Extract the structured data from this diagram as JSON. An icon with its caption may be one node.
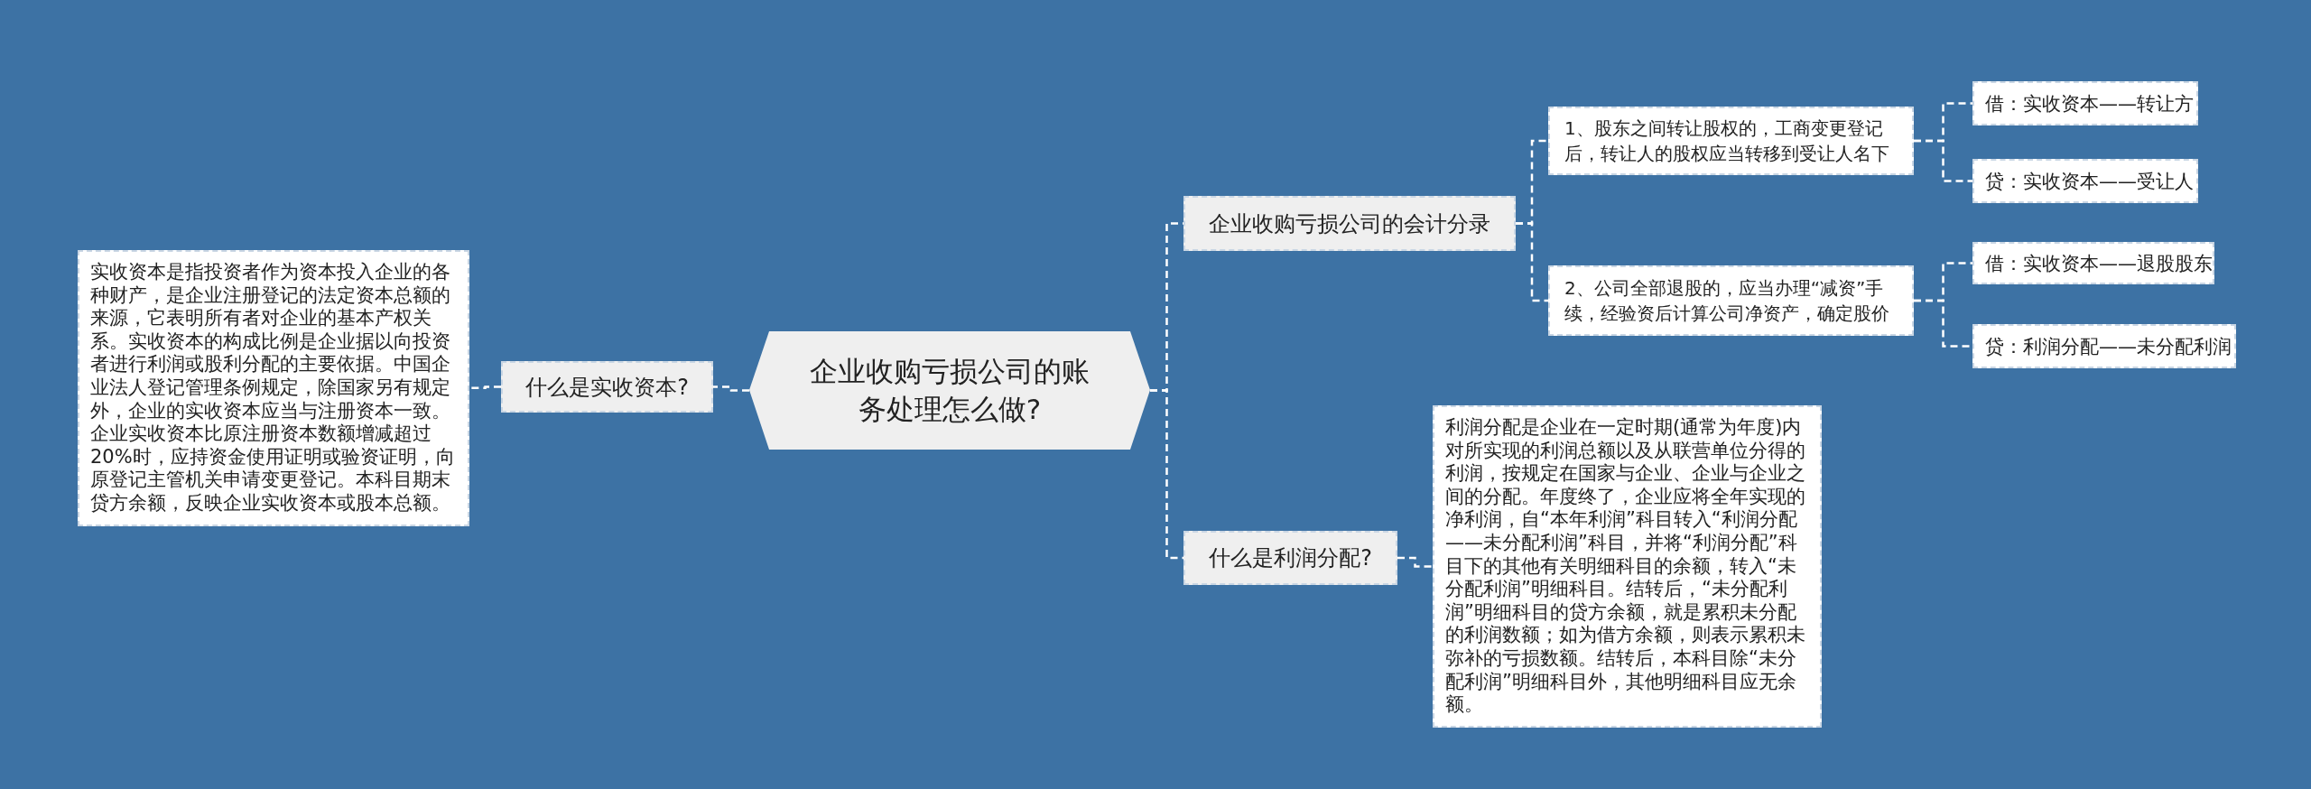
{
  "diagram": {
    "nodes": [
      {
        "text": [
          "企业收购亏损公司的账务处理怎么做?"
        ]
      },
      {
        "text": [
          "什么是实收资本?"
        ]
      },
      {
        "text": [
          "实收资本是指投资者作为资本投入企业的各种财产，是企业注册登记的法定资本总额的来源，它表明所有者对企业的基本产权关系。实收资本的构成比例是企业据以向投资者进行利润或股利分配的主要依据。中国企业法人登记管理条例规定，除国家另有规定外，企业的实收资本应当与注册资本一致。企业实收资本比原注册资本数额增减超过20%时，应持资金使用证明或验资证明，向原登记主管机关申请变更登记。本科目期末贷方余额，反映企业实收资本或股本总额。"
        ]
      },
      {
        "text": [
          "企业收购亏损公司的会计分录"
        ]
      },
      {
        "text": [
          "1、股东之间转让股权的，工商变更登记后，转让人的股权应当转移到受让人名下"
        ]
      },
      {
        "text": [
          "借：实收资本——转让方"
        ]
      },
      {
        "text": [
          "贷：实收资本——受让人"
        ]
      },
      {
        "text": [
          "2、公司全部退股的，应当办理“减资”手续，经验资后计算公司净资产，确定股价"
        ]
      },
      {
        "text": [
          "借：实收资本——退股股东"
        ]
      },
      {
        "text": [
          "贷：利润分配——未分配利润"
        ]
      },
      {
        "text": [
          "什么是利润分配?"
        ]
      },
      {
        "text": [
          "利润分配是企业在一定时期(通常为年度)内对所实现的利润总额以及从联营单位分得的利润，按规定在国家与企业、企业与企业之间的分配。年度终了，企业应将全年实现的净利润，自“本年利润”科目转入“利润分配——未分配利润”科目，并将“利润分配”科目下的其他有关明细科目的余额，转入“未分配利润”明细科目。结转后，“未分配利润”明细科目的贷方余额，就是累积未分配的利润数额；如为借方余额，则表示累积未弥补的亏损数额。结转后，本科目除“未分配利润”明细科目外，其他明细科目应无余额。"
        ]
      }
    ],
    "edges": [
      {
        "from": 0,
        "to": 1,
        "arrow": "none"
      },
      {
        "from": 1,
        "to": 2,
        "arrow": "none"
      },
      {
        "from": 0,
        "to": 3,
        "arrow": "none"
      },
      {
        "from": 3,
        "to": 4,
        "arrow": "none"
      },
      {
        "from": 4,
        "to": 5,
        "arrow": "none"
      },
      {
        "from": 4,
        "to": 6,
        "arrow": "none"
      },
      {
        "from": 3,
        "to": 7,
        "arrow": "none"
      },
      {
        "from": 7,
        "to": 8,
        "arrow": "none"
      },
      {
        "from": 7,
        "to": 9,
        "arrow": "none"
      },
      {
        "from": 0,
        "to": 10,
        "arrow": "none"
      },
      {
        "from": 10,
        "to": 11,
        "arrow": "none"
      }
    ]
  }
}
